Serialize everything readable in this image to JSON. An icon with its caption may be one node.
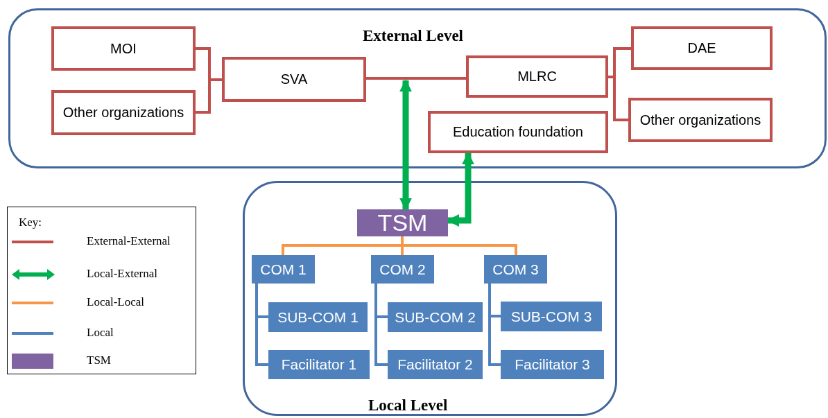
{
  "diagram": {
    "nodes": [
      {
        "text": [
          "External Level"
        ]
      },
      {
        "text": [
          "MOI"
        ],
        "in": 0
      },
      {
        "text": [
          "Other organizations"
        ],
        "in": 0
      },
      {
        "text": [
          "SVA"
        ],
        "in": 0
      },
      {
        "text": [
          "MLRC"
        ],
        "in": 0
      },
      {
        "text": [
          "DAE"
        ],
        "in": 0
      },
      {
        "text": [
          "Other organizations"
        ],
        "in": 0
      },
      {
        "text": [
          "Education foundation"
        ],
        "in": 0
      },
      {
        "text": [
          "Local Level"
        ]
      },
      {
        "text": [
          "TSM"
        ],
        "in": 8
      },
      {
        "text": [
          "COM 1"
        ],
        "in": 8
      },
      {
        "text": [
          "COM 2"
        ],
        "in": 8
      },
      {
        "text": [
          "COM 3"
        ],
        "in": 8
      },
      {
        "text": [
          "SUB-COM 1"
        ],
        "in": 8
      },
      {
        "text": [
          "Facilitator 1"
        ],
        "in": 8
      },
      {
        "text": [
          "SUB-COM 2"
        ],
        "in": 8
      },
      {
        "text": [
          "Facilitator 2"
        ],
        "in": 8
      },
      {
        "text": [
          "SUB-COM 3"
        ],
        "in": 8
      },
      {
        "text": [
          "Facilitator 3"
        ],
        "in": 8
      }
    ],
    "edges": [
      {
        "from": 1,
        "to": 3,
        "arrow": "none",
        "color": "#c0504d"
      },
      {
        "from": 2,
        "to": 3,
        "arrow": "none",
        "color": "#c0504d"
      },
      {
        "from": 3,
        "to": 4,
        "arrow": "none",
        "color": "#c0504d"
      },
      {
        "from": 4,
        "to": 5,
        "arrow": "none",
        "color": "#c0504d"
      },
      {
        "from": 4,
        "to": 6,
        "arrow": "none",
        "color": "#c0504d"
      },
      {
        "from": null,
        "to": 9,
        "arrow": "both",
        "style": "thick",
        "color": "#00b050"
      },
      {
        "from": 7,
        "to": 9,
        "arrow": "both",
        "style": "thick",
        "color": "#00b050"
      },
      {
        "from": 9,
        "to": 10,
        "arrow": "none",
        "color": "#f79646"
      },
      {
        "from": 9,
        "to": 11,
        "arrow": "none",
        "color": "#f79646"
      },
      {
        "from": 9,
        "to": 12,
        "arrow": "none",
        "color": "#f79646"
      },
      {
        "from": 10,
        "to": 13,
        "arrow": "none"
      },
      {
        "from": 10,
        "to": 14,
        "arrow": "none"
      },
      {
        "from": 11,
        "to": 15,
        "arrow": "none"
      },
      {
        "from": 11,
        "to": 16,
        "arrow": "none"
      },
      {
        "from": 12,
        "to": 17,
        "arrow": "none"
      },
      {
        "from": 12,
        "to": 18,
        "arrow": "none"
      }
    ],
    "labels": [
      "Key:"
    ],
    "legend": [
      {
        "text": "External-External",
        "color": "#c0504d"
      },
      {
        "text": "Local-External",
        "color": "#00b050"
      },
      {
        "text": "Local-Local",
        "color": "#f79646"
      },
      {
        "text": "Local",
        "color": "#4f81bd"
      },
      {
        "text": "TSM",
        "color": "#8064a2"
      }
    ]
  }
}
